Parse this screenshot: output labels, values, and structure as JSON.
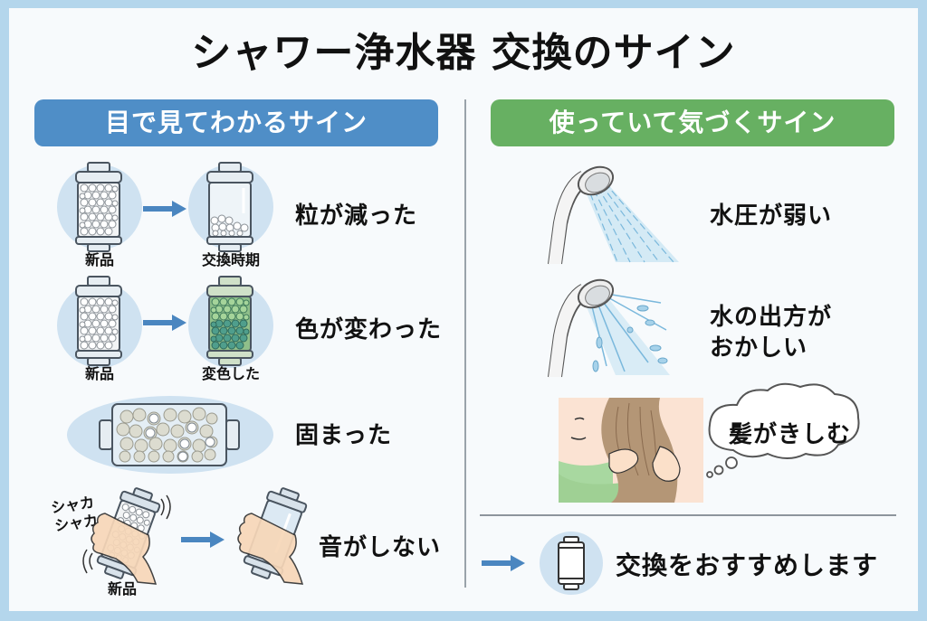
{
  "title": "シャワー浄水器 交換のサイン",
  "colors": {
    "frame": "#b4d6ec",
    "left_header": "#4f8ec7",
    "right_header": "#67b062",
    "circle_bg": "#cfe2f1",
    "arrow": "#4a86c0"
  },
  "left_section": {
    "header": "目で見てわかるサイン",
    "items": [
      {
        "before_label": "新品",
        "after_label": "交換時期",
        "sign": "粒が減った"
      },
      {
        "before_label": "新品",
        "after_label": "変色した",
        "sign": "色が変わった"
      },
      {
        "sign": "固まった"
      },
      {
        "sound_text_line1": "シャカ",
        "sound_text_line2": "シャカ",
        "before_label": "新品",
        "sign": "音がしない"
      }
    ]
  },
  "right_section": {
    "header": "使っていて気づくサイン",
    "items": [
      {
        "sign": "水圧が弱い"
      },
      {
        "sign_line1": "水の出方が",
        "sign_line2": "おかしい"
      },
      {
        "sign": "髪がきしむ"
      }
    ],
    "conclusion": "交換をおすすめします"
  }
}
